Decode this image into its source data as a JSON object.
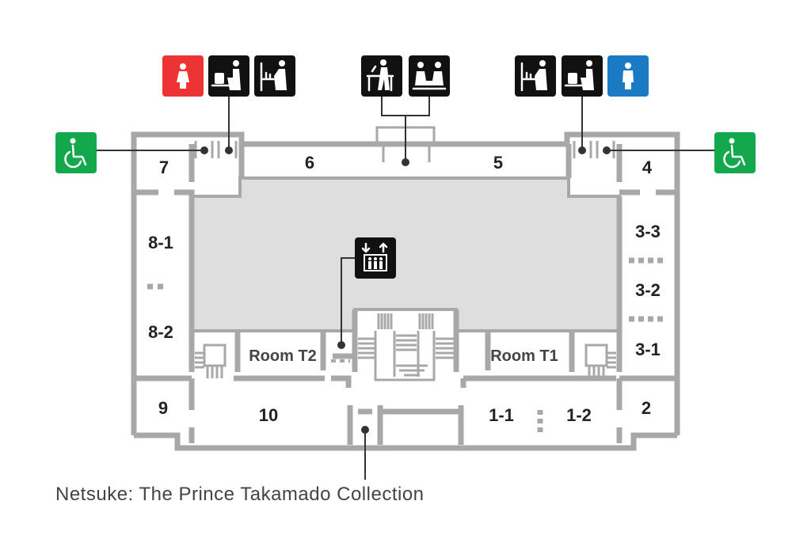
{
  "map": {
    "caption": "Netsuke: The Prince Takamado Collection",
    "rooms": {
      "r7": "7",
      "r6": "6",
      "r5": "5",
      "r4": "4",
      "r8_1": "8-1",
      "r8_2": "8-2",
      "r9": "9",
      "r10": "10",
      "r1_1": "1-1",
      "r1_2": "1-2",
      "r2": "2",
      "r3_1": "3-1",
      "r3_2": "3-2",
      "r3_3": "3-3",
      "room_t1": "Room T1",
      "room_t2": "Room T2"
    },
    "colors": {
      "women": "#ee3333",
      "men": "#1a7ac4",
      "accessible": "#13a84c",
      "icon_black": "#111111",
      "wall": "#a8a8a8",
      "hall": "#dedede"
    },
    "icons": [
      "women-restroom-icon",
      "baby-changing-icon",
      "diaper-table-icon",
      "drinking-fountain-icon",
      "lounge-seating-icon",
      "men-restroom-icon",
      "wheelchair-accessible-icon",
      "elevator-icon"
    ]
  }
}
